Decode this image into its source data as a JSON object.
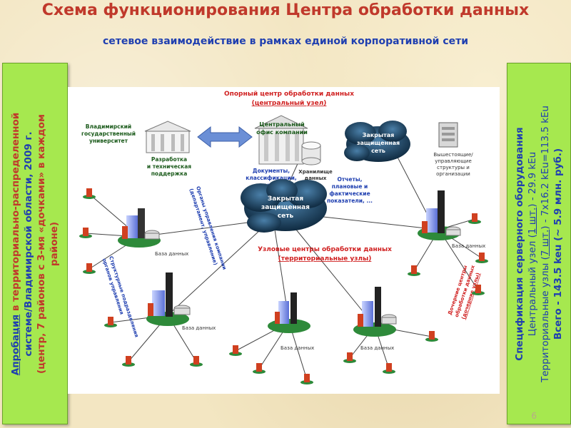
{
  "slide": {
    "title": "Схема функционирования Центра обработки данных",
    "subtitle": "сетевое взаимодействие в рамках единой корпоративной сети",
    "page_number": "6"
  },
  "left_panel": {
    "line1_link": "Апробация",
    "line1_rest": " в территориально-распределенной",
    "line2": "системе/Владимирской области, 2009 г.",
    "line3": "(центр, 7 районов с 3-мя «дочками» в каждом",
    "line4": "районе)"
  },
  "right_panel": {
    "line1": "Спецификация серверного оборудования",
    "line2_pre": "Центральный узел (",
    "line2_link": "1 шт.",
    "line2_post": ") - 29.9 kEu",
    "line3_pre": "Территориальные узлы (",
    "line3_link": "7 шт.",
    "line3_post": ") - 7x16.2 kEu=113.5 kEu",
    "line4": "Всего - 143.5 keu (~ 5.9 млн. руб.)"
  },
  "diagram": {
    "central_center_title": "Опорный центр обработки данных",
    "central_center_subtitle": "(центральный узел)",
    "central_office": "Центральный офис компании",
    "storage": "Хранилище данных",
    "university": "Владимирский государственный университет",
    "dev_support": "Разработка и техническая поддержка",
    "closed_net_top": "Закрытая защищенная сеть",
    "higher_orgs": "Вышестоящие/ управляющие структуры и организации",
    "documents": "Документы, классификации, данные",
    "closed_net_main": "Закрытая защищенная сеть",
    "reports": "Отчеты, плановые и фактические показатели, ...",
    "node_centers_title": "Узловые центры обработки данных",
    "node_centers_subtitle": "(территориальные узлы)",
    "mgmt_bodies": "Органы управления компании (департамент, управление)",
    "struct_divisions": "Структурные подразделения органов управления",
    "subsidiary_centers": "Дочерние центры обработки данных (дочерние узлы)",
    "db_label": "База данных"
  }
}
